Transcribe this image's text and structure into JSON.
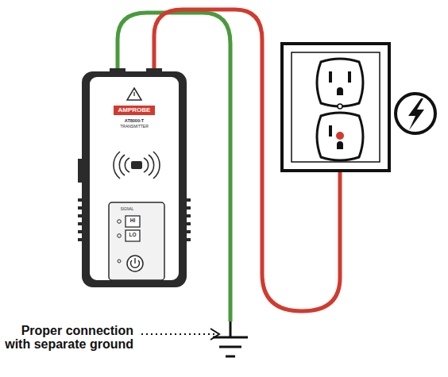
{
  "diagram": {
    "labels": [
      "AMPROBE",
      "AT8000-T",
      "TRANSMITTER",
      "SIGNAL",
      "HI",
      "LO",
      "Proper connection with separate ground"
    ]
  }
}
